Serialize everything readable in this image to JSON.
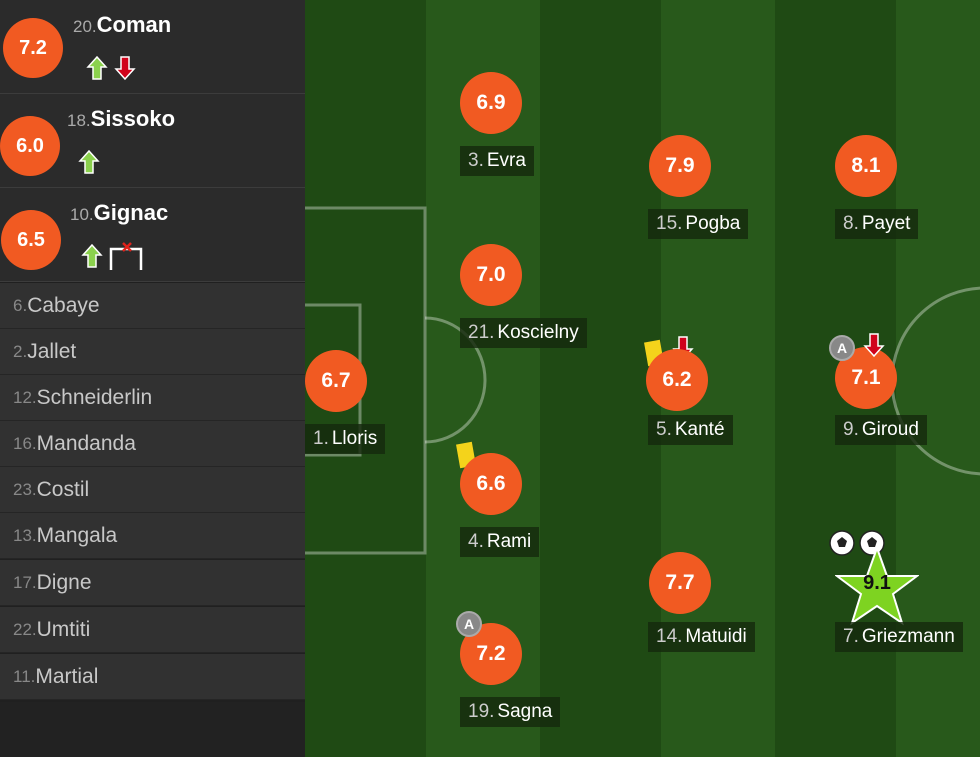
{
  "substitutes_used": [
    {
      "rating": "7.2",
      "number": "20.",
      "name": "Coman",
      "icons": [
        "arrow-up-icon",
        "arrow-down-icon"
      ]
    },
    {
      "rating": "6.0",
      "number": "18.",
      "name": "Sissoko",
      "icons": [
        "arrow-up-icon"
      ]
    },
    {
      "rating": "6.5",
      "number": "10.",
      "name": "Gignac",
      "icons": [
        "arrow-up-icon",
        "goal-post-miss-icon"
      ]
    }
  ],
  "bench": [
    {
      "number": "6.",
      "name": "Cabaye"
    },
    {
      "number": "2.",
      "name": "Jallet"
    },
    {
      "number": "12.",
      "name": "Schneiderlin"
    },
    {
      "number": "16.",
      "name": "Mandanda"
    },
    {
      "number": "23.",
      "name": "Costil"
    },
    {
      "number": "13.",
      "name": "Mangala"
    },
    {
      "number": "17.",
      "name": "Digne"
    },
    {
      "number": "22.",
      "name": "Umtiti"
    },
    {
      "number": "11.",
      "name": "Martial"
    }
  ],
  "players": [
    {
      "rating": "6.7",
      "number": "1.",
      "name": "Lloris"
    },
    {
      "rating": "6.9",
      "number": "3.",
      "name": "Evra"
    },
    {
      "rating": "7.0",
      "number": "21.",
      "name": "Koscielny"
    },
    {
      "rating": "6.6",
      "number": "4.",
      "name": "Rami",
      "events": [
        "yellow-card"
      ]
    },
    {
      "rating": "7.2",
      "number": "19.",
      "name": "Sagna",
      "events": [
        "assist-badge"
      ]
    },
    {
      "rating": "7.9",
      "number": "15.",
      "name": "Pogba"
    },
    {
      "rating": "6.2",
      "number": "5.",
      "name": "Kanté",
      "events": [
        "yellow-card",
        "arrow-down-icon"
      ]
    },
    {
      "rating": "7.7",
      "number": "14.",
      "name": "Matuidi"
    },
    {
      "rating": "8.1",
      "number": "8.",
      "name": "Payet"
    },
    {
      "rating": "7.1",
      "number": "9.",
      "name": "Giroud",
      "events": [
        "assist-badge",
        "arrow-down-icon"
      ]
    },
    {
      "rating": "9.1",
      "number": "7.",
      "name": "Griezmann",
      "events": [
        "goal-icon",
        "goal-icon",
        "man-of-match-star"
      ]
    }
  ],
  "badge_letter": "A",
  "colors": {
    "rating": "#f15a22",
    "star": "#7ed321",
    "arrow_up": "#8bd14d",
    "arrow_down": "#d0021b",
    "yellow_card": "#f4d31b"
  }
}
